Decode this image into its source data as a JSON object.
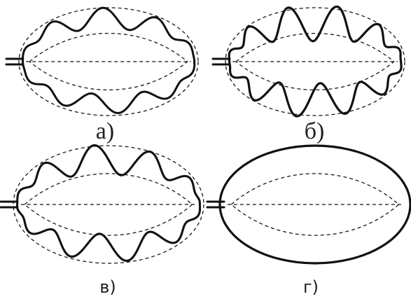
{
  "panels": [
    {
      "label": "а)"
    },
    {
      "label": "б)"
    },
    {
      "label": "в)"
    },
    {
      "label": "г)"
    }
  ],
  "colors": {
    "stroke": "#111111",
    "background": "#ffffff"
  }
}
